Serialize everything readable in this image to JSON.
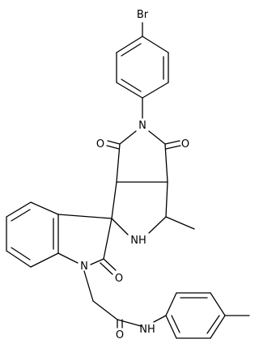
{
  "atoms": {
    "br": "Br",
    "n_imide": "N",
    "o_imide_left": "O",
    "o_imide_right": "O",
    "nh_pyrrolidine": "NH",
    "n_indoline": "N",
    "o_lactam": "O",
    "o_amide": "O",
    "nh_amide": "NH"
  },
  "colors": {
    "bond": "#000000",
    "label": "#000000",
    "background": "#ffffff"
  }
}
